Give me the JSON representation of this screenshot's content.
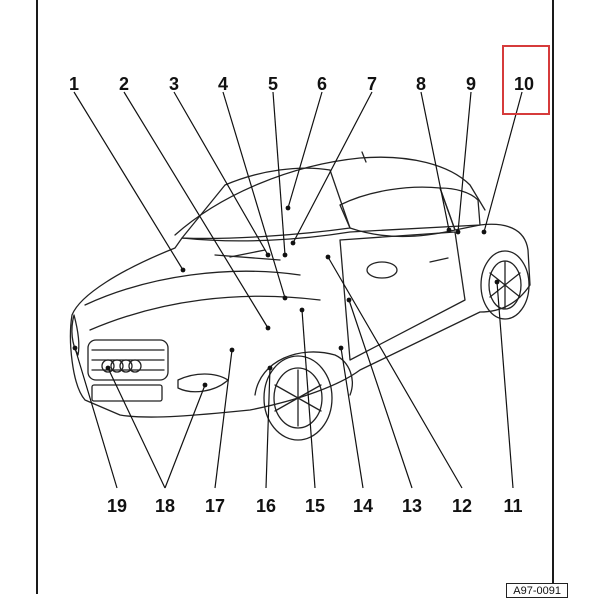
{
  "callouts_top": [
    "1",
    "2",
    "3",
    "4",
    "5",
    "6",
    "7",
    "8",
    "9",
    "10"
  ],
  "callouts_bottom": [
    "19",
    "18",
    "17",
    "16",
    "15",
    "14",
    "13",
    "12",
    "11"
  ],
  "highlighted_callout": "10",
  "highlight_color": "#d63b3b",
  "figure_code": "A97-0091"
}
